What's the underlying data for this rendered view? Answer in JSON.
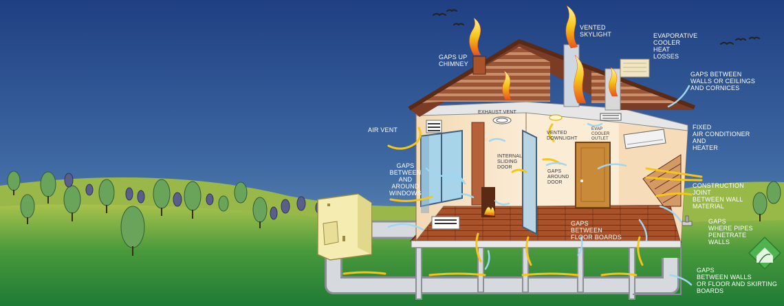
{
  "labels": {
    "vented_skylight": "VENTED\nSKYLIGHT",
    "evaporative_cooler_heat_losses": "EVAPORATIVE\nCOOLER\nHEAT\nLOSSES",
    "gaps_up_chimney": "GAPS UP\nCHIMNEY",
    "gaps_walls_ceilings_cornices": "GAPS BETWEEN\nWALLS OR CEILINGS\nAND CORNICES",
    "exhaust_vent": "EXHAUST VENT",
    "air_vent": "AIR VENT",
    "vented_downlight": "VENTED\nDOWNLIGHT",
    "evap_cooler_outlet": "EVAP\nCOOLER\nOUTLET",
    "fixed_air_conditioner_heater": "FIXED\nAIR CONDITIONER\nAND\nHEATER",
    "gaps_between_around_windows": "GAPS\nBETWEEN\nAND\nAROUND\nWINDOWS",
    "internal_sliding_door": "INTERNAL\nSLIDING\nDOOR",
    "gaps_around_door": "GAPS\nAROUND\nDOOR",
    "construction_joint": "CONSTRUCTION\nJOINT\nBETWEEN WALL\nMATERIAL",
    "gaps_where_pipes_penetrate": "GAPS\nWHERE PIPES\nPENETRATE\nWALLS",
    "gaps_between_floor_boards": "GAPS\nBETWEEN\nFLOOR BOARDS",
    "gaps_walls_floor_skirting": "GAPS\nBETWEEN WALLS\nOR FLOOR AND SKIRTING\nBOARDS"
  },
  "colors": {
    "sky_top": "#1f3f82",
    "sky_bottom": "#6d96bb",
    "hill": "#8fb447",
    "grass": "#2c8a3c",
    "roof": "#8a4a2e",
    "wall": "#f7e3c4",
    "floor": "#a8532c",
    "heat": "#f5c518",
    "cool": "#8fd0ef",
    "logo": "#4fb34f"
  },
  "icons": {
    "logo": "house-leaf-logo",
    "heater": "ducted-heater-unit",
    "birds": "bird-silhouettes"
  }
}
